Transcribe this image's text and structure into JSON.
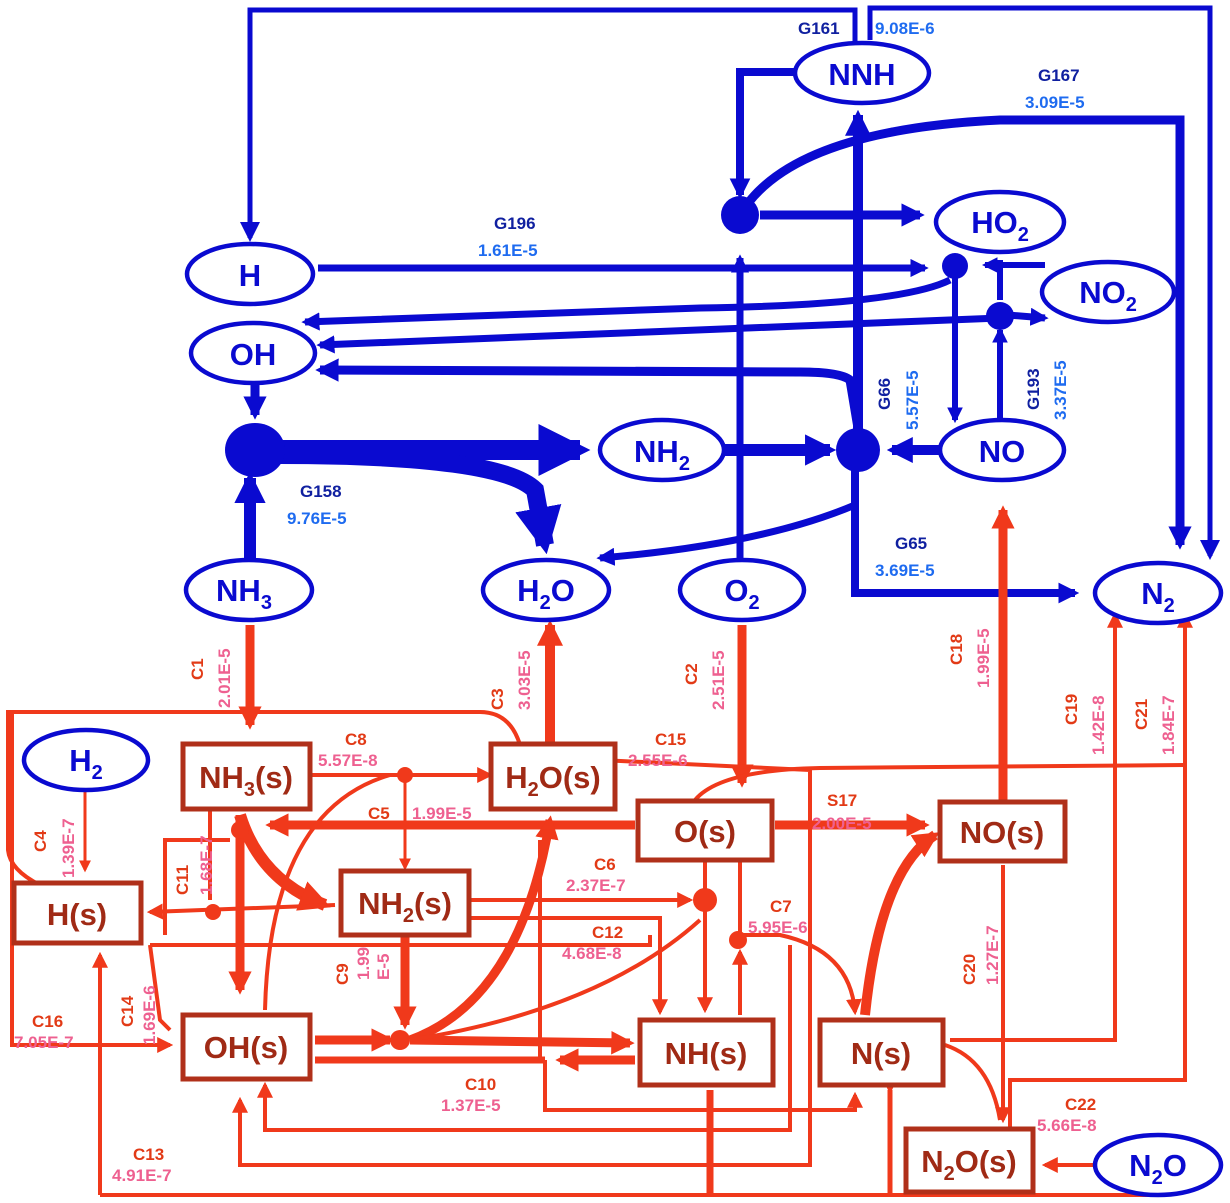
{
  "gas_species": {
    "nnh": "NNH",
    "ho2": {
      "main": "HO",
      "sub": "2"
    },
    "no2": {
      "main": "NO",
      "sub": "2"
    },
    "h": "H",
    "oh": "OH",
    "nh2": {
      "main": "NH",
      "sub": "2"
    },
    "no": "NO",
    "nh3": {
      "main": "NH",
      "sub": "3"
    },
    "h2o": {
      "main": "H",
      "sub": "2",
      "tail": "O"
    },
    "o2": {
      "main": "O",
      "sub": "2"
    },
    "n2": {
      "main": "N",
      "sub": "2"
    },
    "h2": {
      "main": "H",
      "sub": "2"
    },
    "n2o": {
      "main": "N",
      "sub": "2",
      "tail": "O"
    }
  },
  "surface_species": {
    "nh3s": {
      "main": "NH",
      "sub": "3",
      "tail": "(s)"
    },
    "h2os": {
      "main": "H",
      "sub": "2",
      "tail": "O(s)"
    },
    "os": "O(s)",
    "nos": "NO(s)",
    "hs": "H(s)",
    "nh2s": {
      "main": "NH",
      "sub": "2",
      "tail": "(s)"
    },
    "ohs": "OH(s)",
    "nhs": "NH(s)",
    "ns": "N(s)",
    "n2os": {
      "main": "N",
      "sub": "2",
      "tail": "O(s)"
    }
  },
  "gas_reactions": {
    "g161": {
      "name": "G161",
      "rate": "9.08E-6"
    },
    "g167": {
      "name": "G167",
      "rate": "3.09E-5"
    },
    "g196": {
      "name": "G196",
      "rate": "1.61E-5"
    },
    "g66": {
      "name": "G66",
      "rate": "5.57E-5"
    },
    "g193": {
      "name": "G193",
      "rate": "3.37E-5"
    },
    "g158": {
      "name": "G158",
      "rate": "9.76E-5"
    },
    "g65": {
      "name": "G65",
      "rate": "3.69E-5"
    }
  },
  "surface_reactions": {
    "c1": {
      "name": "C1",
      "rate": "2.01E-5"
    },
    "c3": {
      "name": "C3",
      "rate": "3.03E-5"
    },
    "c2": {
      "name": "C2",
      "rate": "2.51E-5"
    },
    "c18": {
      "name": "C18",
      "rate": "1.99E-5"
    },
    "c19": {
      "name": "C19",
      "rate": "1.42E-8"
    },
    "c21": {
      "name": "C21",
      "rate": "1.84E-7"
    },
    "c8": {
      "name": "C8",
      "rate": "5.57E-8"
    },
    "c15": {
      "name": "C15",
      "rate": "2.55E-6"
    },
    "c5": {
      "name": "C5",
      "rate": "1.99E-5"
    },
    "s17": {
      "name": "S17",
      "rate": "2.00E-5"
    },
    "c4": {
      "name": "C4",
      "rate": "1.39E-7"
    },
    "c11": {
      "name": "C11",
      "rate": "1.68E-7"
    },
    "c6": {
      "name": "C6",
      "rate": "2.37E-7"
    },
    "c7": {
      "name": "C7",
      "rate": "5.95E-6"
    },
    "c12": {
      "name": "C12",
      "rate": "4.68E-8"
    },
    "c9": {
      "name": "C9",
      "rate_a": "1.99",
      "rate_b": "E-5"
    },
    "c14": {
      "name": "C14",
      "rate": "1.69E-6"
    },
    "c16": {
      "name": "C16",
      "rate": "7.05E-7"
    },
    "c20": {
      "name": "C20",
      "rate": "1.27E-7"
    },
    "c10": {
      "name": "C10",
      "rate": "1.37E-5"
    },
    "c22": {
      "name": "C22",
      "rate": "5.66E-8"
    },
    "c13": {
      "name": "C13",
      "rate": "4.91E-7"
    }
  },
  "colors": {
    "gas_path": "#0a0ad0",
    "surface_path": "#f0391b",
    "surface_box": "#b0301a",
    "gas_label": "#1020a0",
    "gas_rate": "#1e6bf0",
    "surface_label": "#e23a16",
    "surface_rate": "#ee6090"
  }
}
